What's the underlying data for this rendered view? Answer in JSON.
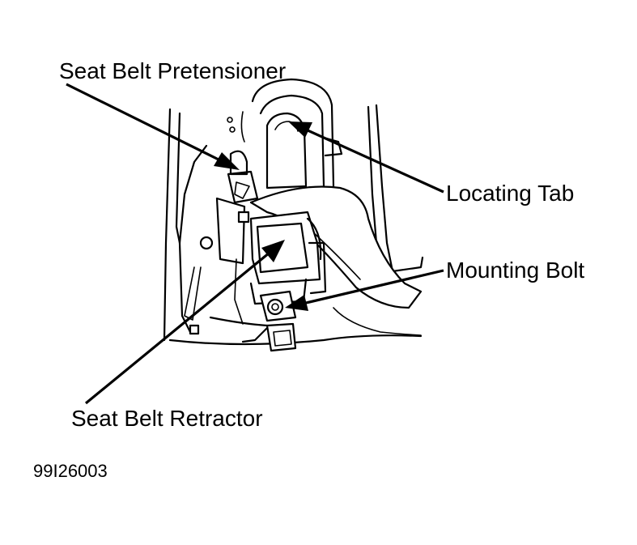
{
  "labels": {
    "pretensioner": "Seat Belt Pretensioner",
    "locating_tab": "Locating Tab",
    "mounting_bolt": "Mounting Bolt",
    "retractor": "Seat Belt Retractor"
  },
  "figure_id": "99I26003",
  "colors": {
    "ink": "#000000",
    "paper": "#ffffff"
  }
}
